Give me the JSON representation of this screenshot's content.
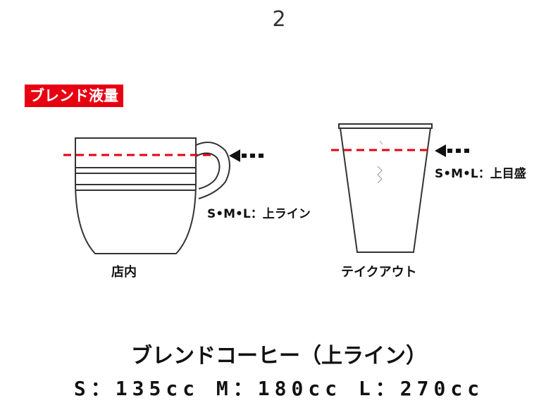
{
  "page_number": "2",
  "tag_label": "ブレンド液量",
  "cup": {
    "label": "店内",
    "level_text": "S•M•L：上ライン"
  },
  "takeout": {
    "label": "テイクアウト",
    "level_text": "S•M•L：上目盛"
  },
  "title": "ブレンドコーヒー（上ライン）",
  "volumes": "S：135cc M：180cc L：270cc",
  "colors": {
    "tag_bg": "#e60012",
    "fill_line": "#e60012",
    "outline": "#333333"
  },
  "icons": [
    "arrow-left-icon",
    "arrow-left-icon"
  ]
}
